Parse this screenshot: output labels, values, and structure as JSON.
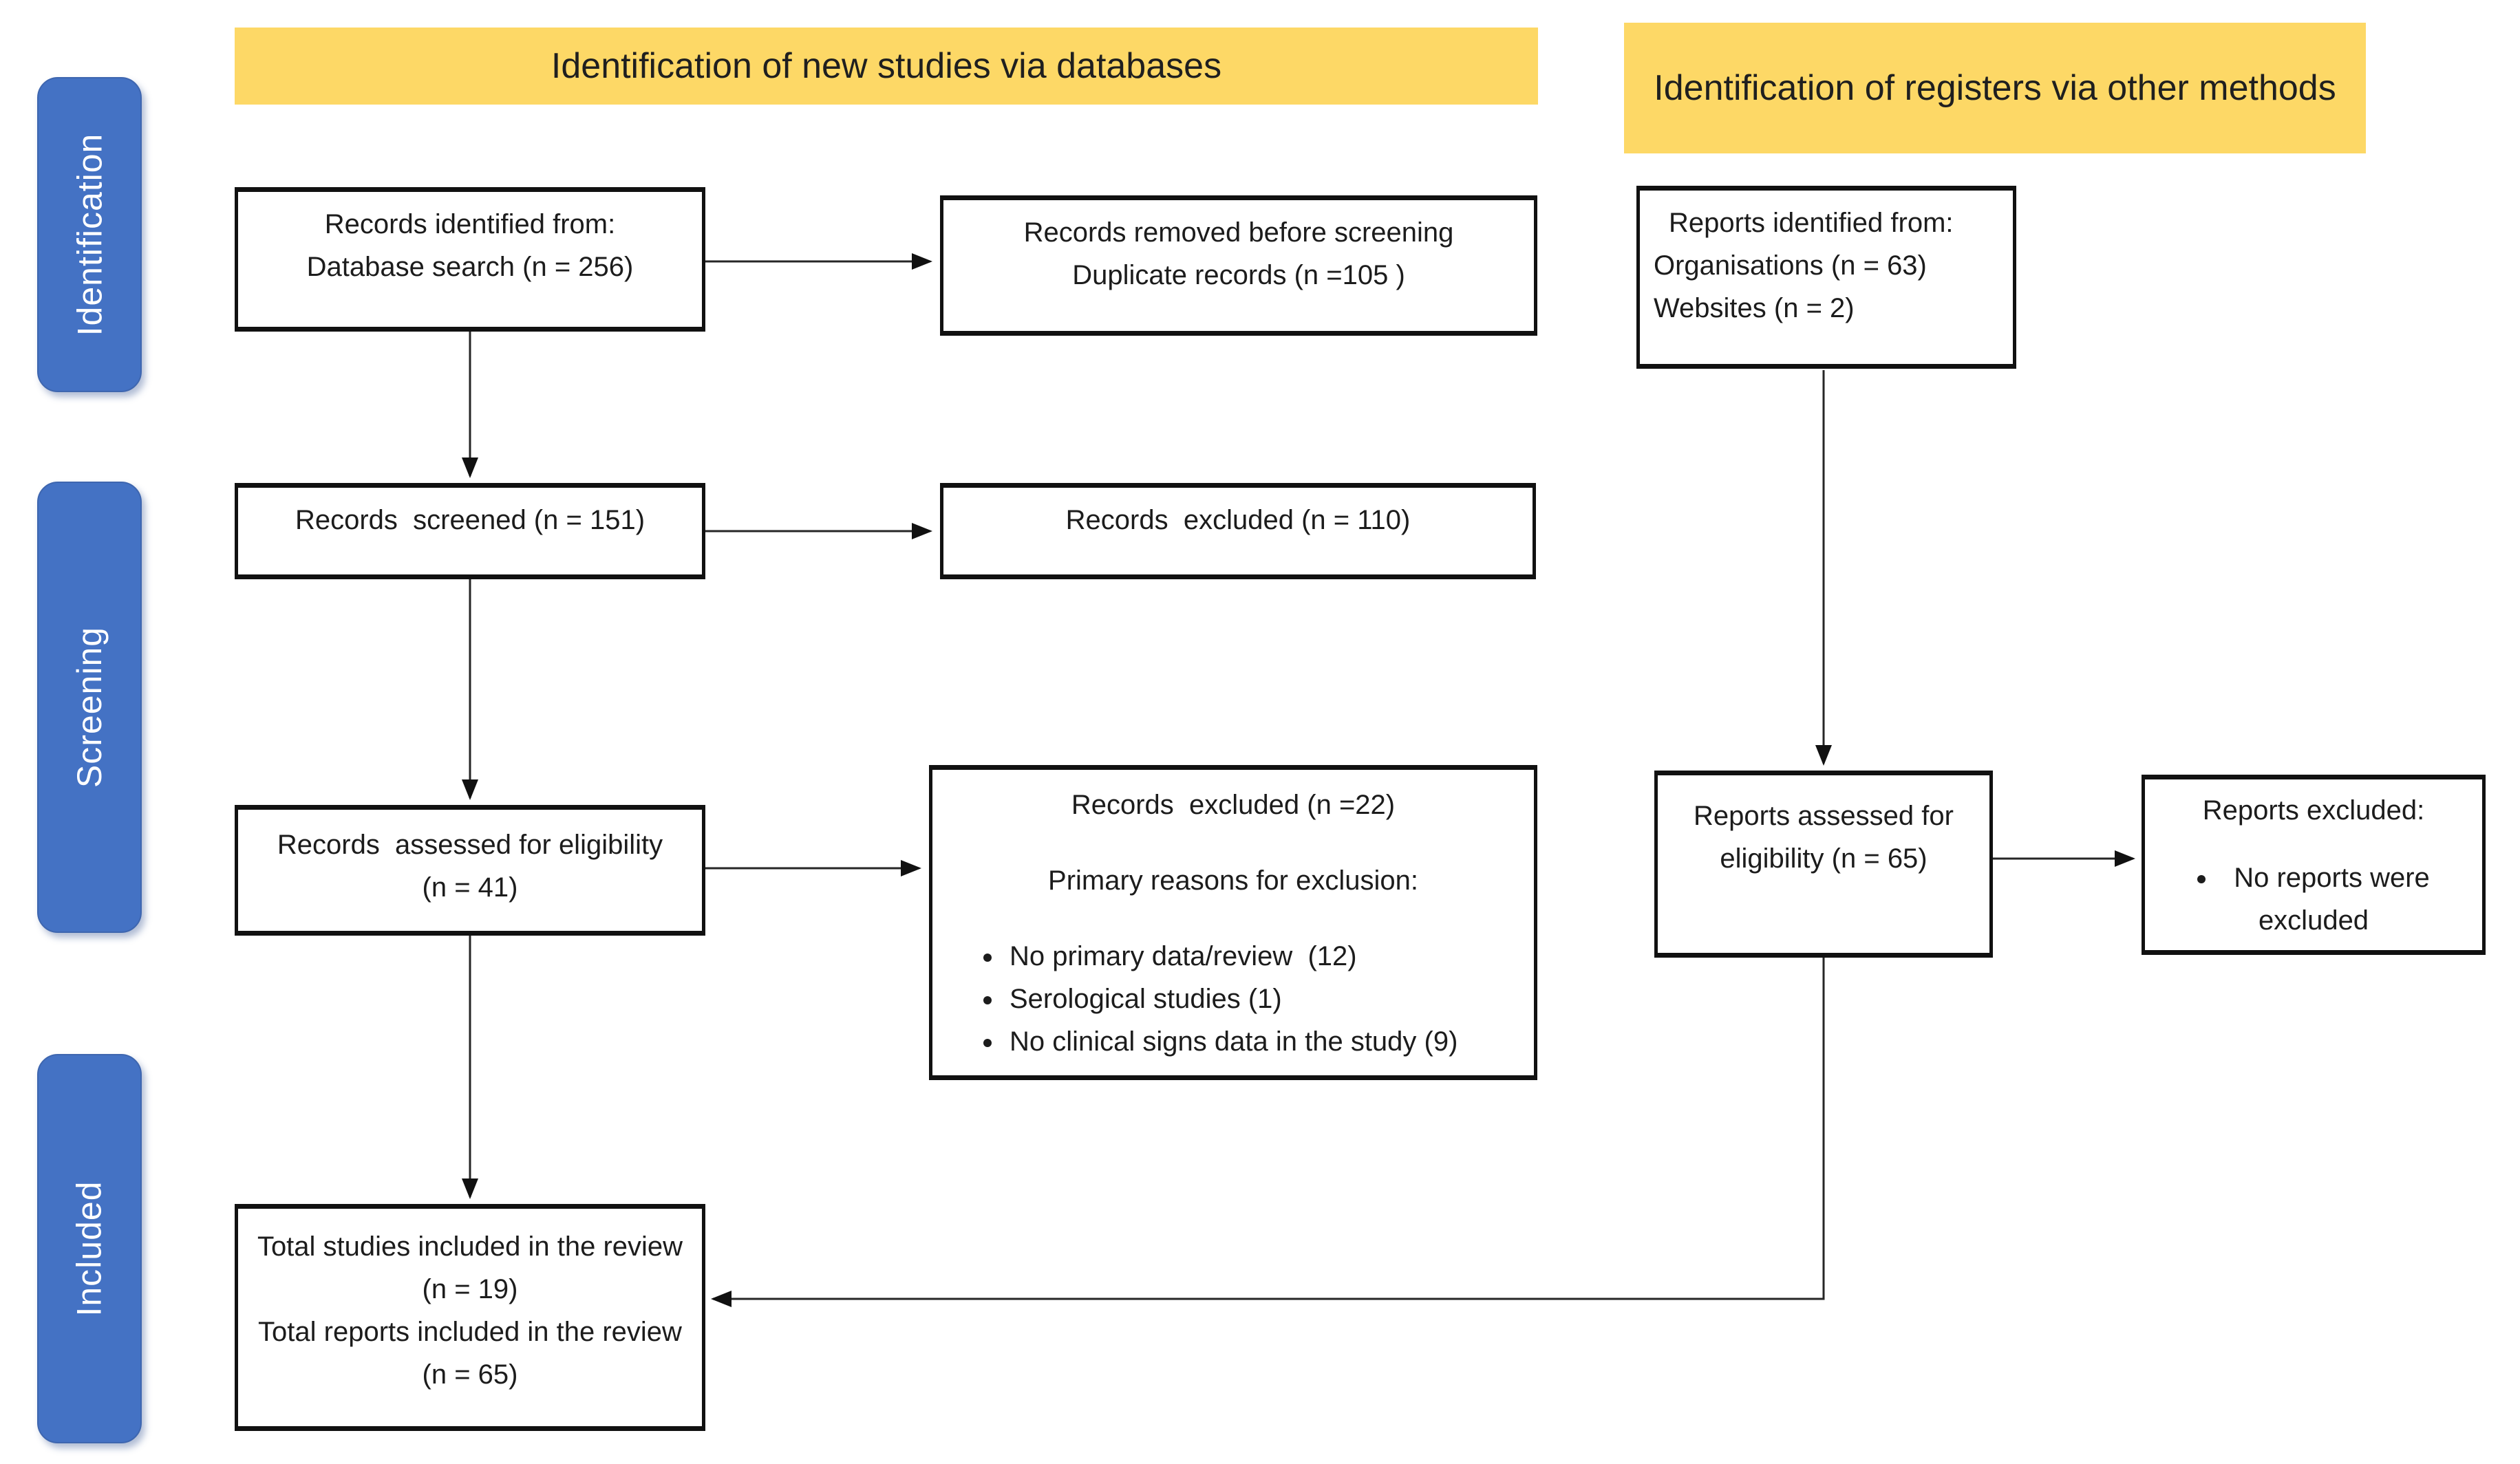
{
  "banners": {
    "databases": "Identification of new studies via databases",
    "other_methods": "Identification of registers via other methods"
  },
  "stages": {
    "identification": "Identification",
    "screening": "Screening",
    "included": "Included"
  },
  "boxes": {
    "records_identified": {
      "lines": [
        "Records identified from:",
        "Database search (n = 256)"
      ]
    },
    "records_removed": {
      "lines": [
        "Records removed before screening",
        "Duplicate records (n =105 )"
      ]
    },
    "reports_identified": {
      "lines": [
        "Reports identified from:",
        "Organisations (n = 63)",
        "Websites (n = 2)"
      ]
    },
    "records_screened": {
      "lines": [
        "Records  screened (n = 151)"
      ]
    },
    "records_excluded": {
      "lines": [
        "Records  excluded (n = 110)"
      ]
    },
    "records_assessed": {
      "lines": [
        "Records  assessed for eligibility",
        "(n = 41)"
      ]
    },
    "exclusion_reasons": {
      "title": "Records  excluded (n =22)",
      "subtitle": "Primary reasons for exclusion:",
      "bullets": [
        "No primary data/review  (12)",
        "Serological studies (1)",
        "No clinical signs data in the study (9)"
      ]
    },
    "reports_assessed": {
      "lines": [
        "Reports assessed for",
        "eligibility (n = 65)"
      ]
    },
    "reports_excluded": {
      "title": "Reports excluded:",
      "bullets": [
        "No reports were excluded"
      ]
    },
    "total_included": {
      "lines": [
        "Total studies included in the review (n = 19)",
        "Total reports included in the review (n = 65)"
      ]
    }
  },
  "colors": {
    "banner_bg": "#FDD866",
    "stage_bg": "#4472C4",
    "stage_text": "#FFFFFF",
    "box_border": "#111111",
    "arrow": "#262626",
    "background": "#FFFFFF"
  }
}
